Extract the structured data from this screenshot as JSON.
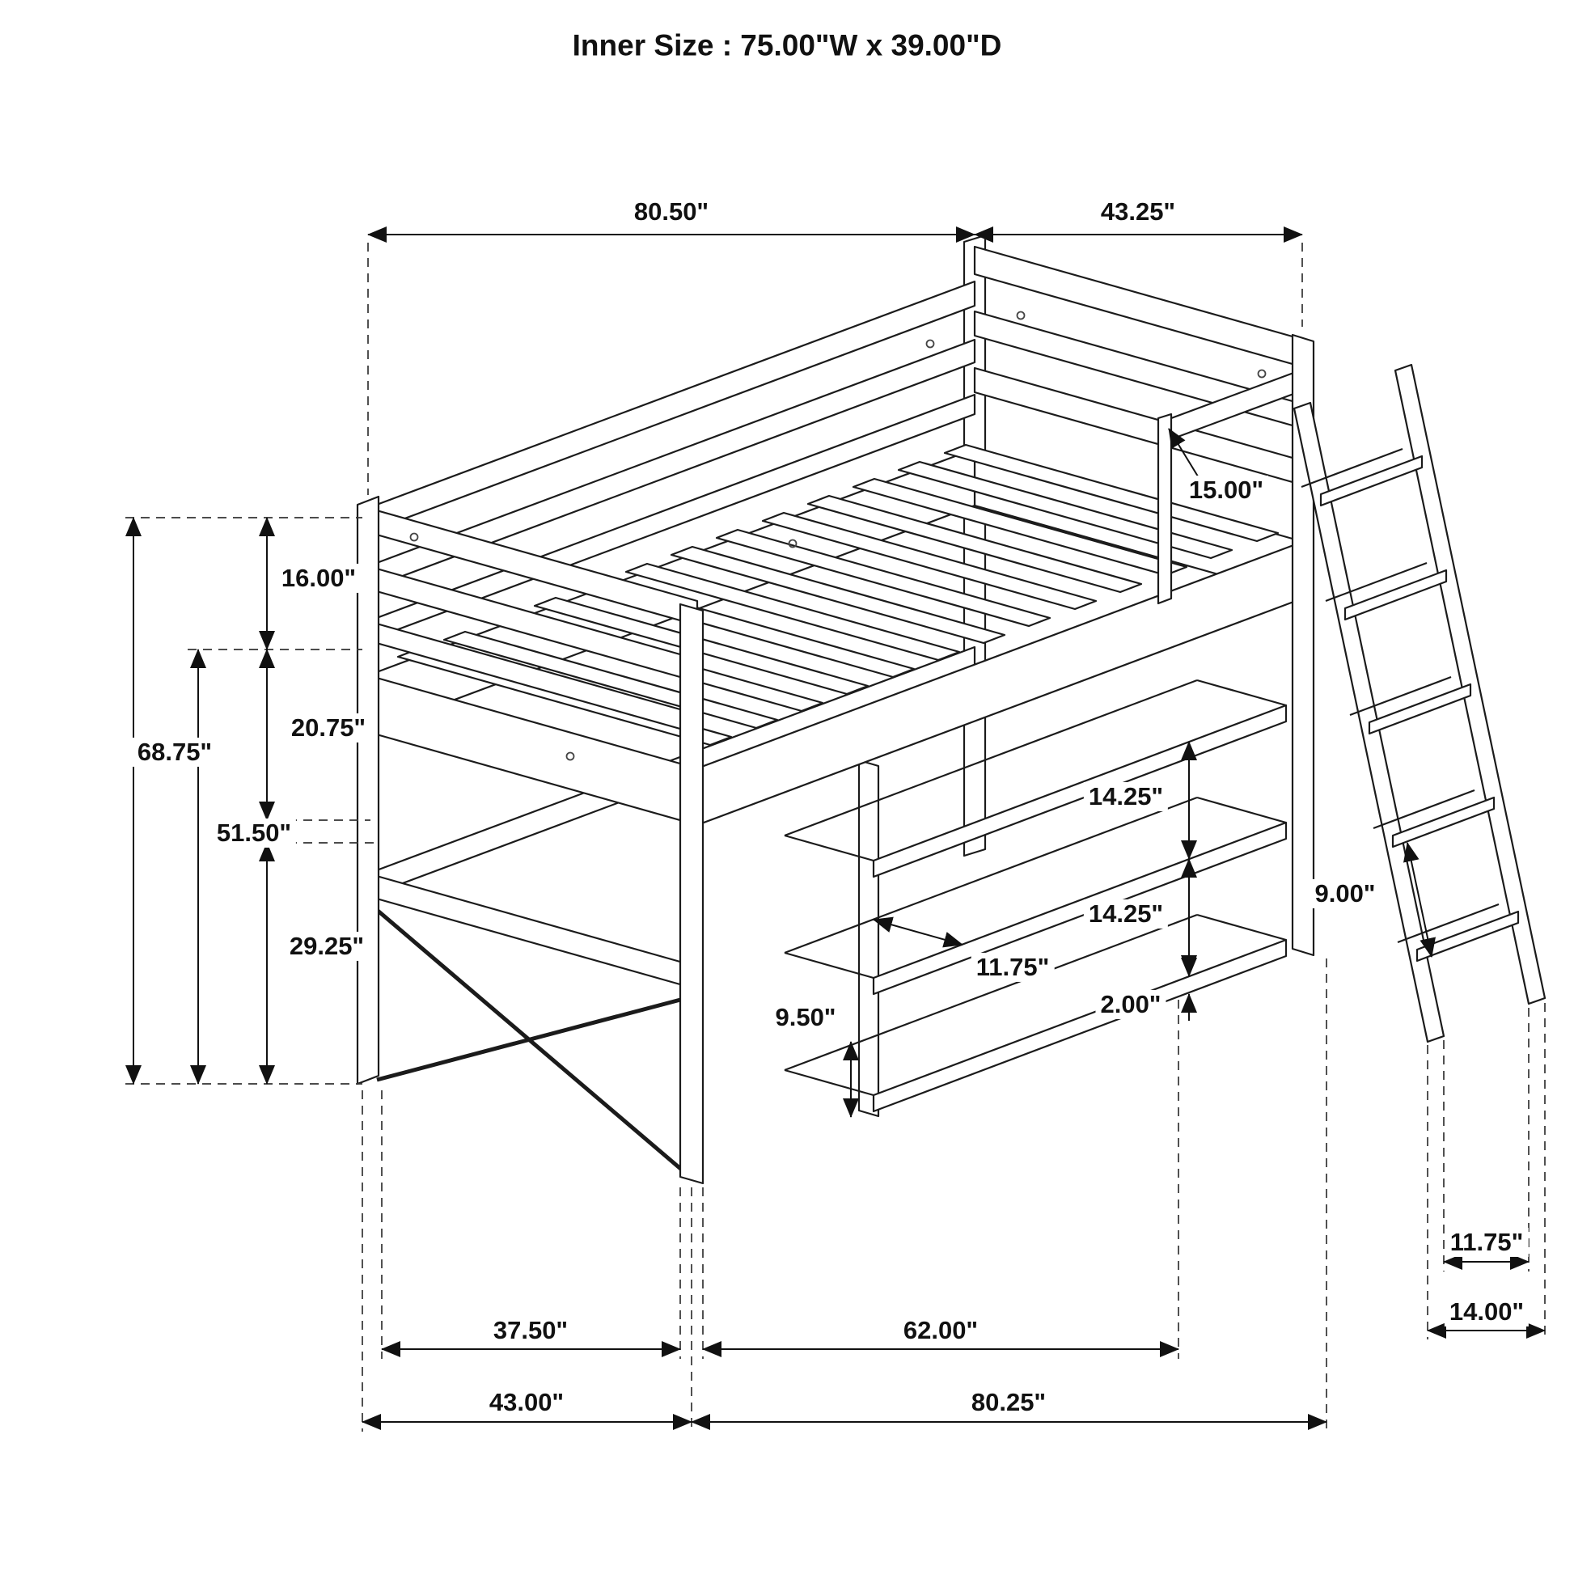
{
  "title": "Inner Size : 75.00\"W x 39.00\"D",
  "dims": {
    "d80_50": "80.50\"",
    "d43_25": "43.25\"",
    "d15_00": "15.00\"",
    "d16_00": "16.00\"",
    "d68_75": "68.75\"",
    "d20_75": "20.75\"",
    "d51_50": "51.50\"",
    "d29_25": "29.25\"",
    "d14_25_a": "14.25\"",
    "d14_25_b": "14.25\"",
    "d11_75_shelf": "11.75\"",
    "d9_50": "9.50\"",
    "d2_00": "2.00\"",
    "d9_00": "9.00\"",
    "d11_75_ladder": "11.75\"",
    "d14_00": "14.00\"",
    "d37_50": "37.50\"",
    "d62_00": "62.00\"",
    "d43_00": "43.00\"",
    "d80_25": "80.25\""
  }
}
